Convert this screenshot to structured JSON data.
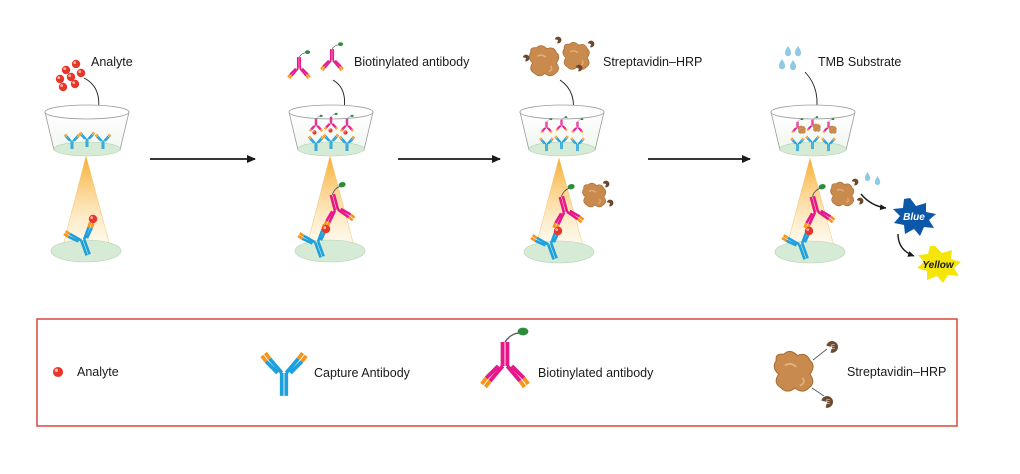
{
  "steps": [
    {
      "label": "Analyte",
      "reagent_icon": "analyte-cluster-icon"
    },
    {
      "label": "Biotinylated antibody",
      "reagent_icon": "biotinylated-antibody-icon"
    },
    {
      "label": "Streptavidin–HRP",
      "reagent_icon": "streptavidin-hrp-icon"
    },
    {
      "label": "TMB Substrate",
      "reagent_icon": "tmb-drops-icon"
    }
  ],
  "results": {
    "blue": "Blue",
    "yellow": "Yellow"
  },
  "enzyme_letter": "E",
  "legend": {
    "items": [
      {
        "label": "Analyte",
        "icon": "analyte-icon"
      },
      {
        "label": "Capture Antibody",
        "icon": "capture-antibody-icon"
      },
      {
        "label": "Biotinylated antibody",
        "icon": "biotinylated-antibody-icon"
      },
      {
        "label": "Streptavidin–HRP",
        "icon": "streptavidin-hrp-icon"
      }
    ]
  },
  "colors": {
    "capture_antibody": "#1ea0dc",
    "capture_tips": "#f7941d",
    "detection_antibody": "#e6178a",
    "analyte": "#e8372a",
    "biotin": "#2e8b3c",
    "streptavidin": "#c98a4e",
    "hrp": "#6b4a2f",
    "tmb": "#8ecae6",
    "blue_burst": "#0c57a8",
    "yellow_burst": "#f5e50a",
    "legend_border": "#d9382e",
    "well_base": "#d6ebd6"
  }
}
